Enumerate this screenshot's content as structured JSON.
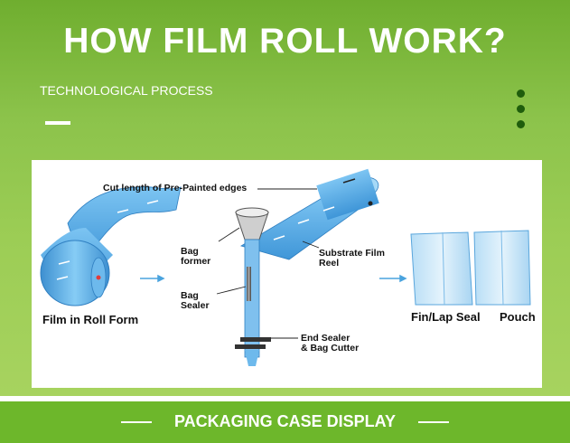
{
  "header": {
    "title": "HOW FILM ROLL WORK?",
    "subtitle": "TECHNOLOGICAL PROCESS"
  },
  "diagram": {
    "labels": {
      "cut_length": "Cut length of Pre-Painted edges",
      "bag_former": "Bag\nformer",
      "bag_sealer": "Bag\nSealer",
      "substrate": "Substrate Film\nReel",
      "end_sealer": "End Sealer\n& Bag Cutter",
      "film_roll": "Film in Roll Form",
      "fin_lap": "Fin/Lap Seal",
      "pouch": "Pouch"
    }
  },
  "footer": {
    "title": "PACKAGING CASE DISPLAY"
  },
  "colors": {
    "green_dark": "#6fae2f",
    "green_light": "#a7d35f",
    "film_blue": "#5aaee8",
    "dot": "#1f5d0c"
  }
}
